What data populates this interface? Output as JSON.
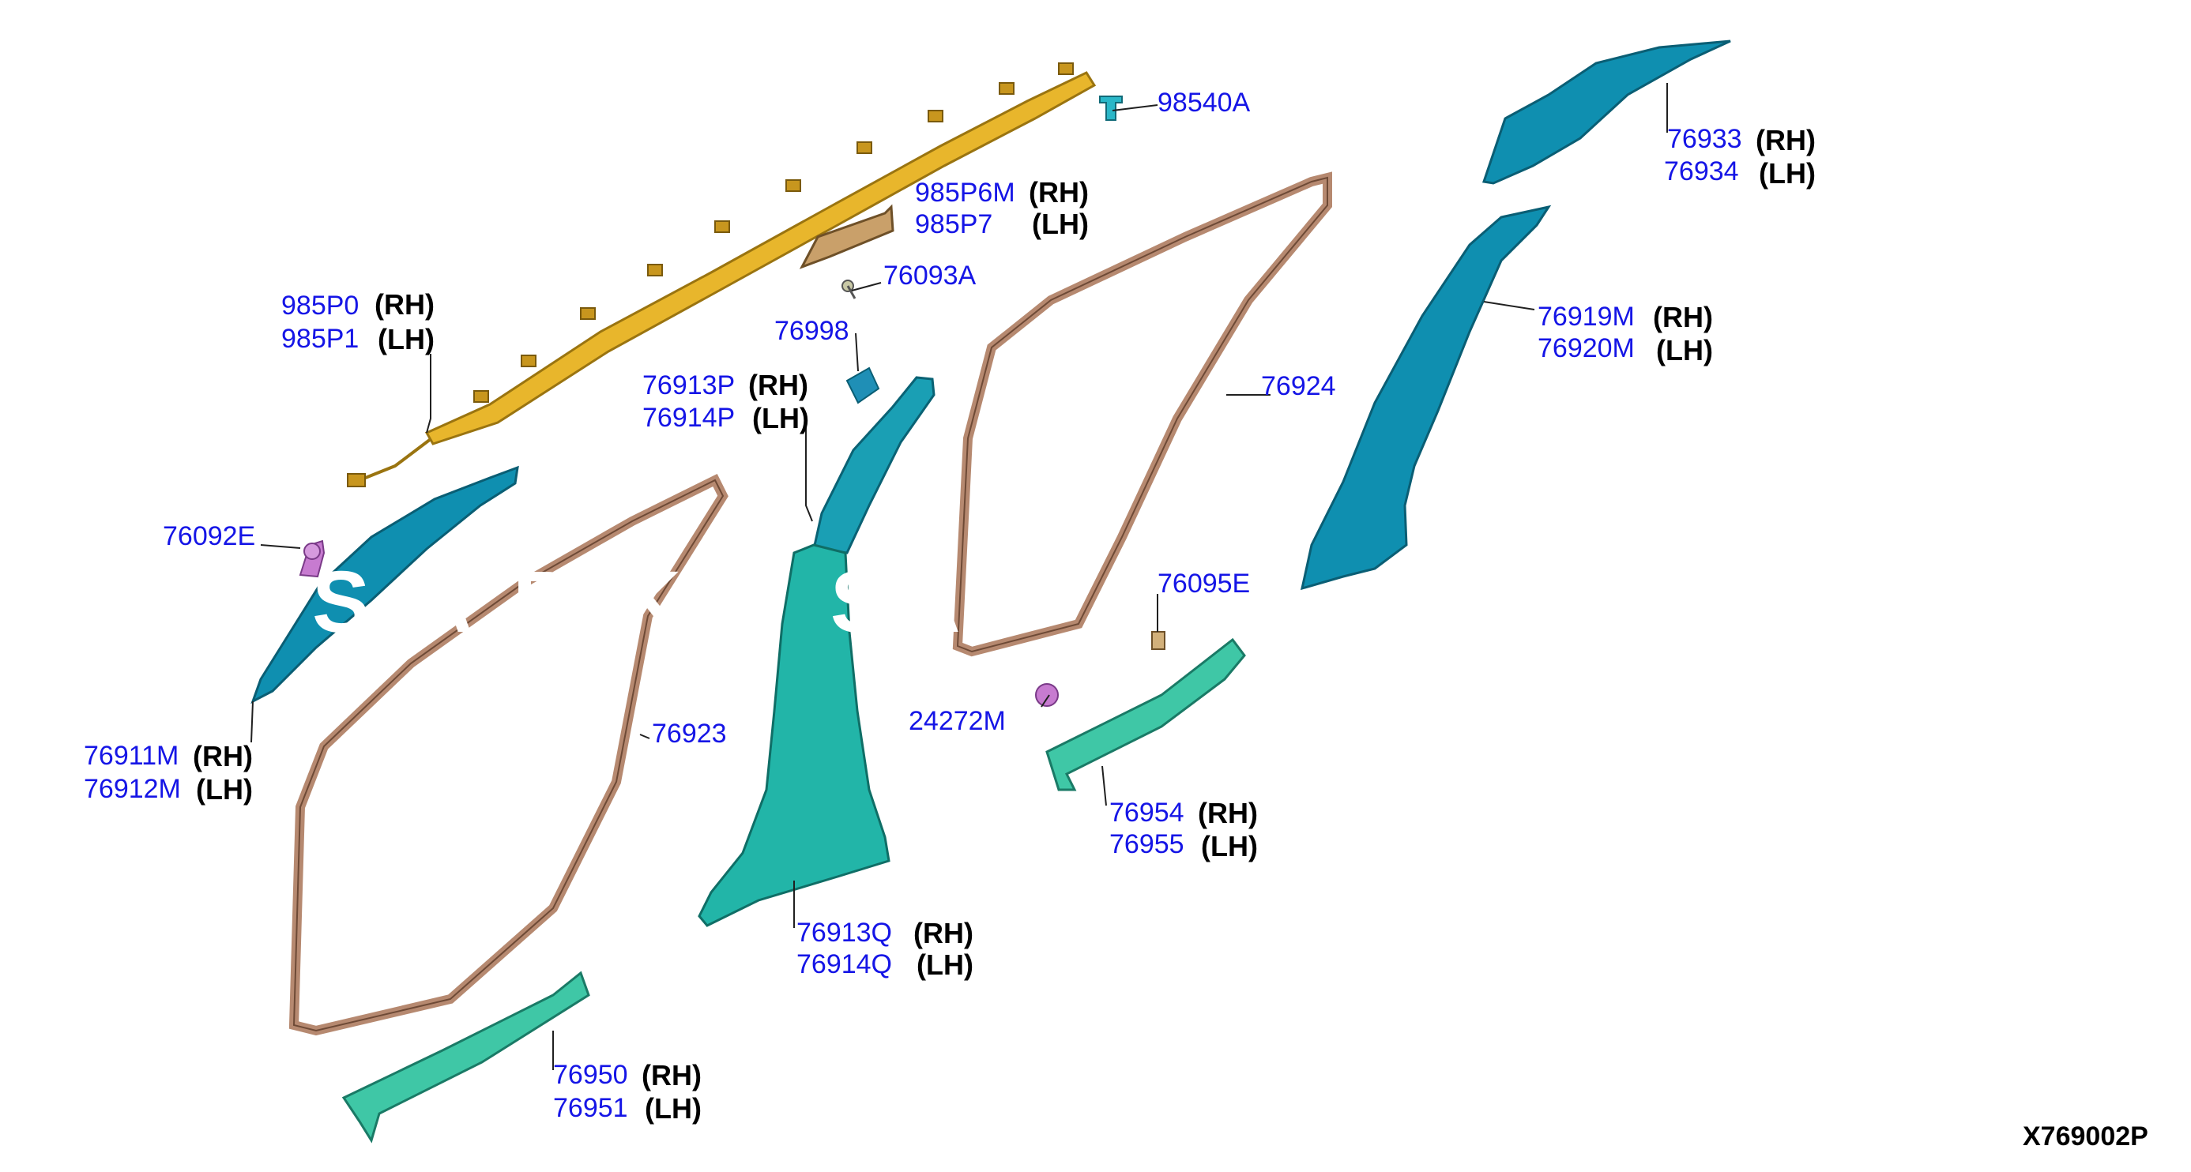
{
  "colors": {
    "part_number": "#1515e6",
    "side_label": "#000000",
    "airbag": "#e8b62c",
    "pillar_dark": "#0f8fb0",
    "pillar_teal": "#22b5a8",
    "sill": "#3fc7a6",
    "weatherstrip": "#b68970",
    "clip": "#c77bd0"
  },
  "labels": {
    "p98540A": "98540A",
    "p985P6M": "985P6M",
    "p985P7": "985P7",
    "p76093A": "76093A",
    "p985P0": "985P0",
    "p985P1": "985P1",
    "p76998": "76998",
    "p76913P": "76913P",
    "p76914P": "76914P",
    "p76092E": "76092E",
    "p76911M": "76911M",
    "p76912M": "76912M",
    "p76923": "76923",
    "p76924": "76924",
    "p76933": "76933",
    "p76934": "76934",
    "p76919M": "76919M",
    "p76920M": "76920M",
    "p76095E": "76095E",
    "p24272M": "24272M",
    "p76954": "76954",
    "p76955": "76955",
    "p76913Q": "76913Q",
    "p76914Q": "76914Q",
    "p76950": "76950",
    "p76951": "76951"
  },
  "sides": {
    "rh": "(RH)",
    "lh": "(LH)"
  },
  "diagram_code": "X769002P"
}
